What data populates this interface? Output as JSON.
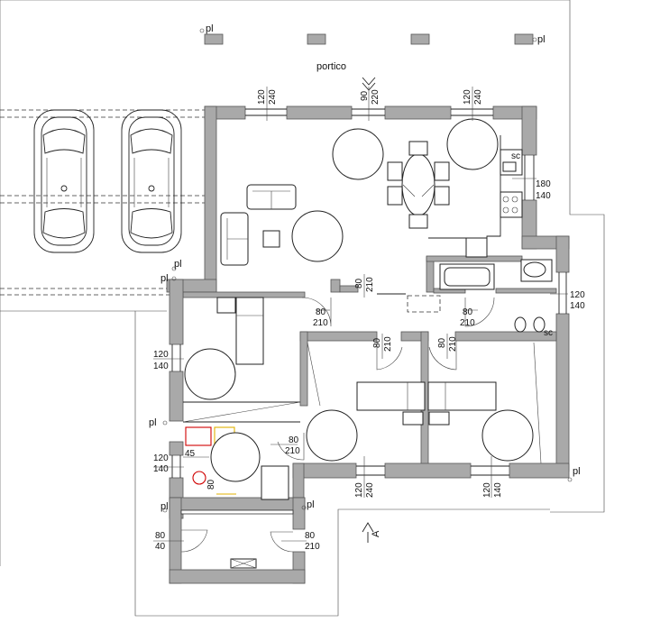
{
  "labels": {
    "portico": "portico",
    "pl": "pl",
    "section_a": "A",
    "sc": "sc"
  },
  "dimensions": {
    "w_left_top": "120",
    "w_left_bot": "240",
    "w_center_top": "90",
    "w_center_bot": "220",
    "w_right_top": "120",
    "w_right_bot": "240",
    "kitchen_top": "180",
    "kitchen_bot": "140",
    "hall_door_top": "80",
    "hall_door_bot": "210",
    "bed1_door_top": "80",
    "bed1_door_bot": "210",
    "bath_door_top": "80",
    "bath_door_bot": "210",
    "bath_win_top": "120",
    "bath_win_bot": "140",
    "room_a_win_top": "120",
    "room_a_win_bot": "140",
    "bed2_door_top": "80",
    "bed2_door_bot": "210",
    "bed3_door_top": "80",
    "bed3_door_bot": "210",
    "bath2_win_top": "120",
    "bath2_win_bot": "140",
    "bath2_45": "45",
    "bath2_80": "80",
    "bed_s_door_top": "80",
    "bed_s_door_bot": "210",
    "bed2_win_top": "120",
    "bed2_win_bot": "240",
    "bed3_win_top": "120",
    "bed3_win_bot": "140",
    "store_win_top": "80",
    "store_win_bot": "40",
    "store_door_top": "80",
    "store_door_bot": "210"
  }
}
